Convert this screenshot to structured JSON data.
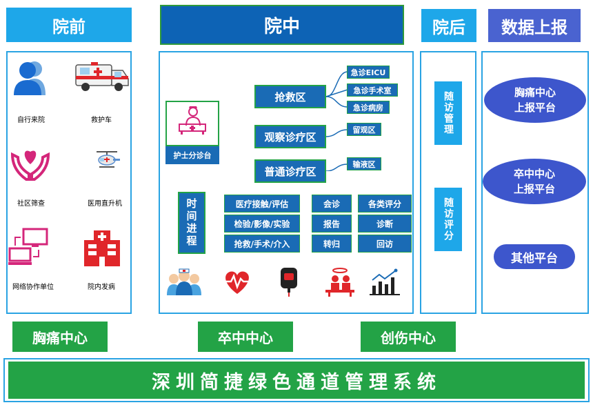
{
  "headers": {
    "pre": "院前",
    "in": "院中",
    "post": "院后",
    "report": "数据上报"
  },
  "pre_items": [
    {
      "label": "自行来院",
      "icon": "person-icon"
    },
    {
      "label": "救护车",
      "icon": "ambulance-icon"
    },
    {
      "label": "社区筛查",
      "icon": "heart-hands-icon"
    },
    {
      "label": "医用直升机",
      "icon": "helicopter-icon"
    },
    {
      "label": "网络协作单位",
      "icon": "computer-network-icon"
    },
    {
      "label": "院内发病",
      "icon": "hospital-icon"
    }
  ],
  "in_hospital": {
    "triage_label": "护士分诊台",
    "zones": {
      "rescue": "抢救区",
      "observe": "观察诊疗区",
      "general": "普通诊疗区"
    },
    "rescue_subs": [
      "急诊EICU",
      "急诊手术室",
      "急诊病房"
    ],
    "observe_subs": [
      "留观区"
    ],
    "general_subs": [
      "输液区"
    ],
    "timeline_label": "时间进程",
    "grid": {
      "col1": [
        "医疗接触/评估",
        "检验/影像/实验",
        "抢救/手术/介入"
      ],
      "col2": [
        "会诊",
        "报告",
        "转归"
      ],
      "col3": [
        "各类评分",
        "诊断",
        "回访"
      ]
    },
    "bottom_icons": [
      "medical-team-icon",
      "heartbeat-icon",
      "iv-drip-icon",
      "surgery-icon",
      "bar-chart-icon"
    ]
  },
  "post": {
    "item1": "随访管理",
    "item2": "随访评分"
  },
  "report": {
    "chest": "胸痛中心\n上报平台",
    "stroke": "卒中中心\n上报平台",
    "other": "其他平台"
  },
  "centers": [
    "胸痛中心",
    "卒中中心",
    "创伤中心"
  ],
  "footer_title": "深圳简捷绿色通道管理系统",
  "colors": {
    "light_blue": "#1ea7e9",
    "dark_blue": "#1a6bb5",
    "green": "#23a346",
    "purple": "#3d56cc",
    "red": "#e0262a",
    "pink": "#d4267a"
  }
}
